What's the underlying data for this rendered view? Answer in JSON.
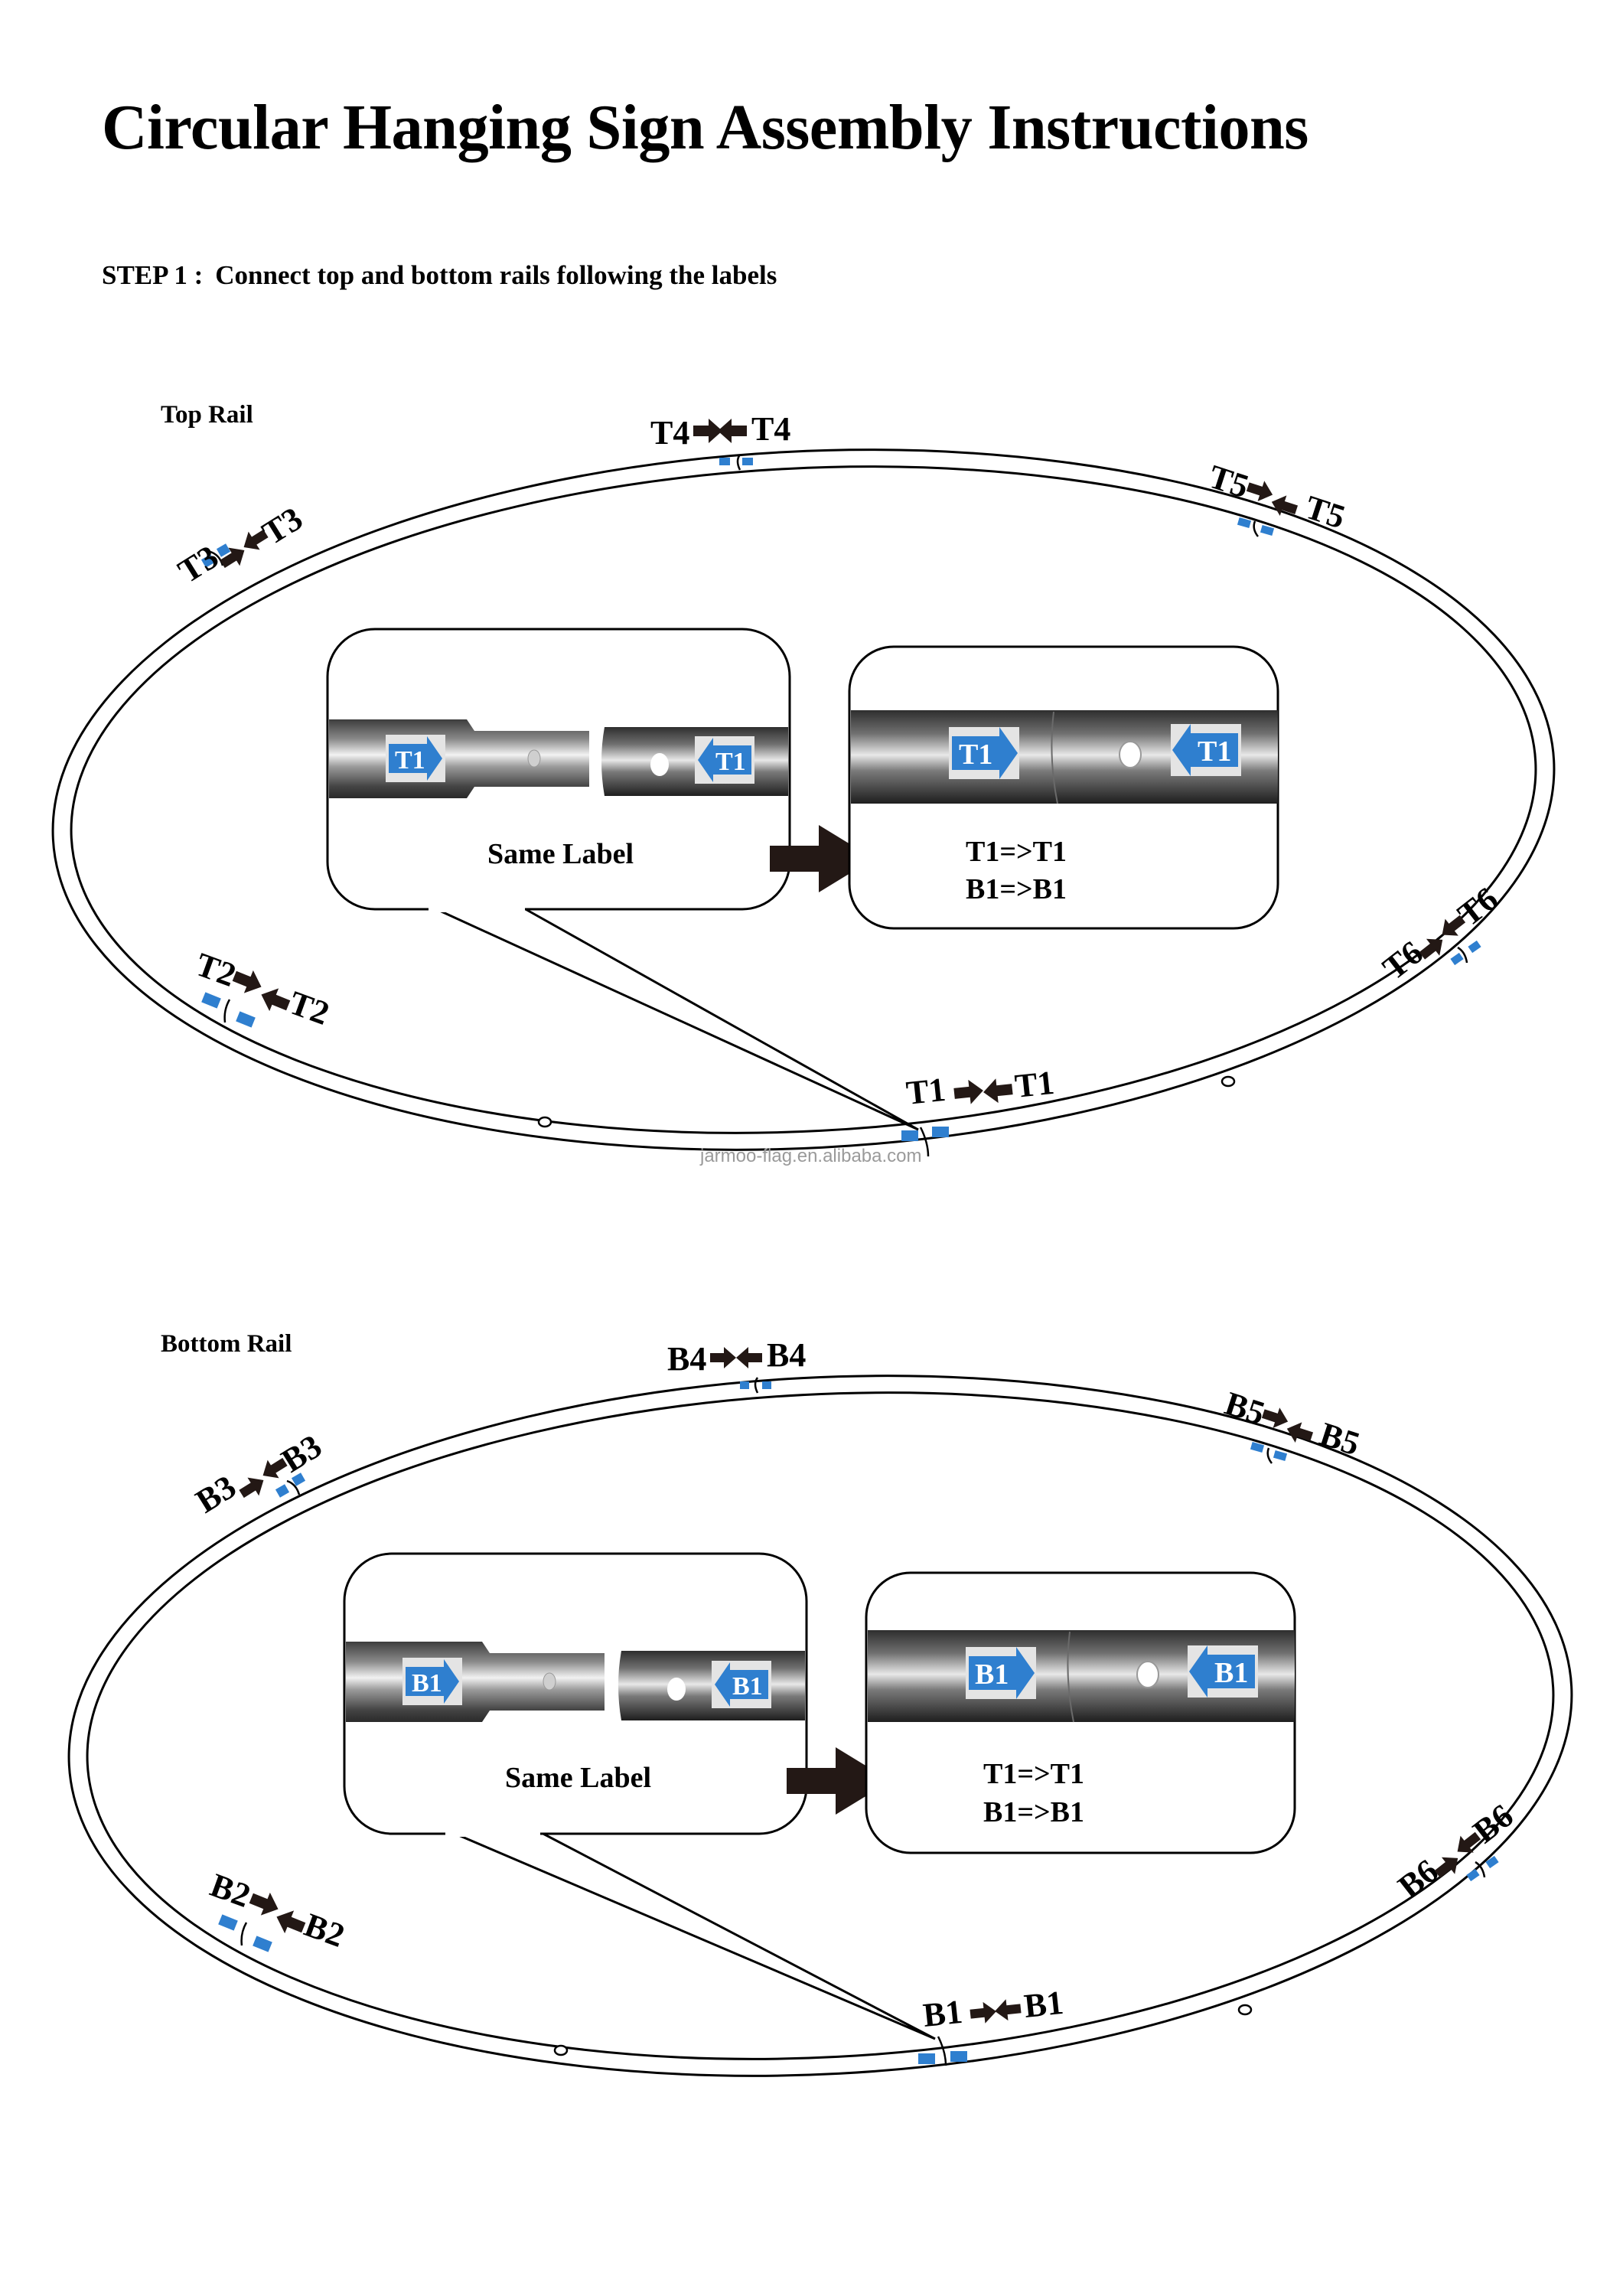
{
  "title": "Circular Hanging Sign Assembly Instructions",
  "step": {
    "number_label": "STEP 1 :",
    "instruction": "Connect top and bottom rails following the labels"
  },
  "colors": {
    "label_blue": "#2f7fcf",
    "label_bg": "#e4e4e4",
    "arrow_dark": "#231815",
    "line": "#000000"
  },
  "top_rail": {
    "heading": "Top Rail",
    "joints": [
      {
        "id": "T1",
        "text": "T1",
        "left": "T1",
        "right": "T1"
      },
      {
        "id": "T2",
        "text": "T2",
        "left": "T2",
        "right": "T2"
      },
      {
        "id": "T3",
        "text": "T3",
        "left": "T3",
        "right": "T3"
      },
      {
        "id": "T4",
        "text": "T4",
        "left": "T4",
        "right": "T4"
      },
      {
        "id": "T5",
        "text": "T5",
        "left": "T5",
        "right": "T5"
      },
      {
        "id": "T6",
        "text": "T6",
        "left": "T6",
        "right": "T6"
      }
    ],
    "detail": {
      "before_caption": "Same Label",
      "tag_left": "T1",
      "tag_right": "T1",
      "after_line1": "T1=>T1",
      "after_line2": "B1=>B1"
    }
  },
  "bottom_rail": {
    "heading": "Bottom Rail",
    "joints": [
      {
        "id": "B1",
        "text": "B1",
        "left": "B1",
        "right": "B1"
      },
      {
        "id": "B2",
        "text": "B2",
        "left": "B2",
        "right": "B2"
      },
      {
        "id": "B3",
        "text": "B3",
        "left": "B3",
        "right": "B3"
      },
      {
        "id": "B4",
        "text": "B4",
        "left": "B4",
        "right": "B4"
      },
      {
        "id": "B5",
        "text": "B5",
        "left": "B5",
        "right": "B5"
      },
      {
        "id": "B6",
        "text": "B6",
        "left": "B6",
        "right": "B6"
      }
    ],
    "detail": {
      "before_caption": "Same Label",
      "tag_left": "B1",
      "tag_right": "B1",
      "after_line1": "T1=>T1",
      "after_line2": "B1=>B1"
    }
  },
  "watermark": "jarmoo-flag.en.alibaba.com"
}
